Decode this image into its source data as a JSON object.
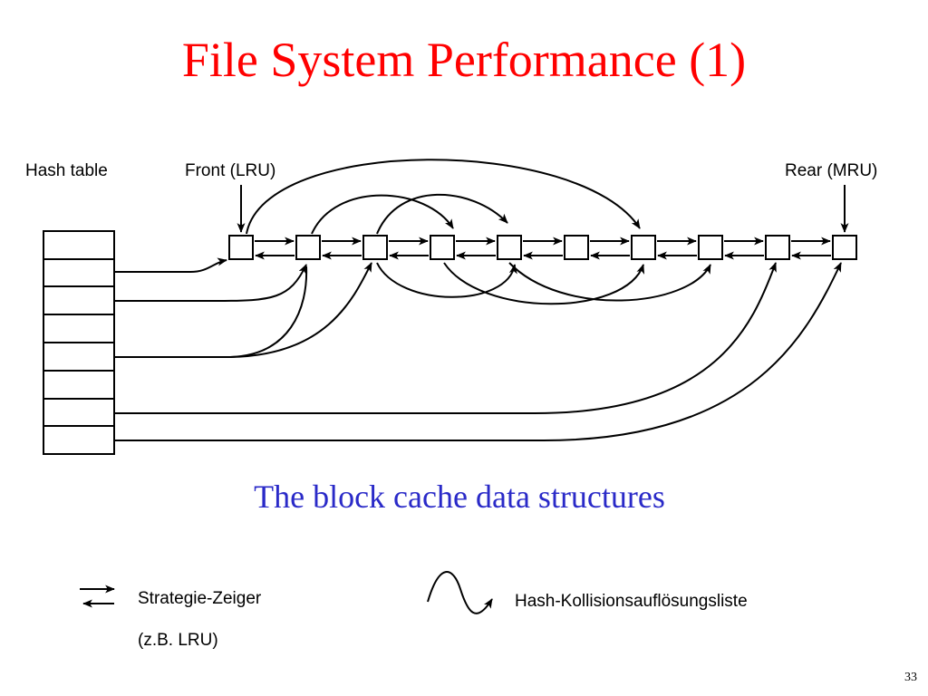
{
  "slide": {
    "title": "File System Performance (1)",
    "caption": "The block cache data structures",
    "page_number": "33",
    "title_color": "#ff0000",
    "caption_color": "#2a2ac8"
  },
  "diagram": {
    "labels": {
      "hash_table": "Hash table",
      "front": "Front (LRU)",
      "rear": "Rear (MRU)"
    },
    "hash_table_slots": 8,
    "cache_blocks": 10
  },
  "legend": {
    "strategy_pointer": "Strategie-Zeiger",
    "strategy_example": "(z.B. LRU)",
    "hash_collision": "Hash-Kollisionsauflösungsliste"
  }
}
